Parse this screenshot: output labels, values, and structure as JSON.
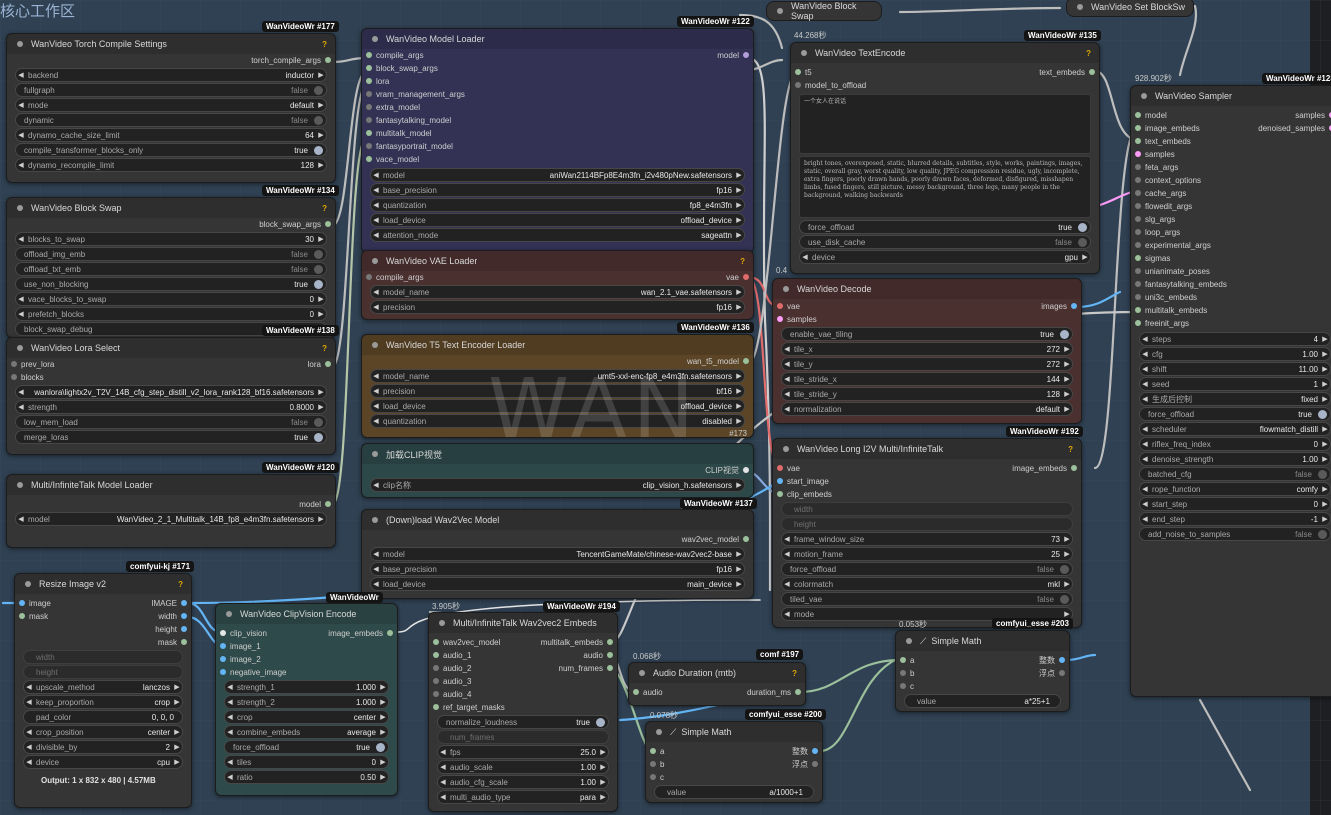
{
  "group": {
    "title": "核心工作区"
  },
  "watermark": "WAN",
  "colors": {
    "canvas": "#1e1f22",
    "group": "#3e5c7a",
    "vae_wire": "#e06b6b",
    "image_wire": "#64b5f6",
    "latent_wire": "#ff9cf9",
    "int_wire": "#9bc09b",
    "model_wire": "#b39ddb"
  },
  "mini": {
    "blockswap": {
      "title": "WanVideo Block Swap"
    },
    "setblockswap": {
      "title": "WanVideo Set BlockSw"
    }
  },
  "torch": {
    "title": "WanVideo Torch Compile Settings",
    "badge": "WanVideoWr #177",
    "output": "torch_compile_args",
    "widgets": [
      {
        "n": "backend",
        "v": "inductor",
        "t": "combo"
      },
      {
        "n": "fullgraph",
        "v": "false",
        "t": "tog"
      },
      {
        "n": "mode",
        "v": "default",
        "t": "combo"
      },
      {
        "n": "dynamic",
        "v": "false",
        "t": "tog"
      },
      {
        "n": "dynamo_cache_size_limit",
        "v": "64",
        "t": "num"
      },
      {
        "n": "compile_transformer_blocks_only",
        "v": "true",
        "t": "tog"
      },
      {
        "n": "dynamo_recompile_limit",
        "v": "128",
        "t": "num"
      }
    ]
  },
  "blockswap": {
    "title": "WanVideo Block Swap",
    "badge": "WanVideoWr #134",
    "output": "block_swap_args",
    "widgets": [
      {
        "n": "blocks_to_swap",
        "v": "30",
        "t": "num"
      },
      {
        "n": "offload_img_emb",
        "v": "false",
        "t": "tog"
      },
      {
        "n": "offload_txt_emb",
        "v": "false",
        "t": "tog"
      },
      {
        "n": "use_non_blocking",
        "v": "true",
        "t": "tog"
      },
      {
        "n": "vace_blocks_to_swap",
        "v": "0",
        "t": "num"
      },
      {
        "n": "prefetch_blocks",
        "v": "0",
        "t": "num"
      },
      {
        "n": "block_swap_debug",
        "v": "false",
        "t": "tog"
      }
    ]
  },
  "lora": {
    "title": "WanVideo Lora Select",
    "badge": "WanVideoWr #138",
    "inputs": [
      "prev_lora",
      "blocks"
    ],
    "output": "lora",
    "widgets": [
      {
        "n": "",
        "v": "wanlora\\lightx2v_T2V_14B_cfg_step_distill_v2_lora_rank128_bf16.safetensors",
        "t": "combo"
      },
      {
        "n": "strength",
        "v": "0.8000",
        "t": "num"
      },
      {
        "n": "low_mem_load",
        "v": "false",
        "t": "tog"
      },
      {
        "n": "merge_loras",
        "v": "true",
        "t": "tog"
      }
    ]
  },
  "mtloader": {
    "title": "Multi/InfiniteTalk Model Loader",
    "badge": "WanVideoWr #120",
    "output": "model",
    "widgets": [
      {
        "n": "model",
        "v": "WanVideo_2_1_Multitalk_14B_fp8_e4m3fn.safetensors",
        "t": "combo"
      }
    ]
  },
  "modelloader": {
    "title": "WanVideo Model Loader",
    "badge": "WanVideoWr #122",
    "output": "model",
    "inputs": [
      "compile_args",
      "block_swap_args",
      "lora",
      "vram_management_args",
      "extra_model",
      "fantasytalking_model",
      "multitalk_model",
      "fantasyportrait_model",
      "vace_model"
    ],
    "widgets": [
      {
        "n": "model",
        "v": "aniWan2114BFp8E4m3fn_i2v480pNew.safetensors",
        "t": "combo"
      },
      {
        "n": "base_precision",
        "v": "fp16",
        "t": "combo"
      },
      {
        "n": "quantization",
        "v": "fp8_e4m3fn",
        "t": "combo"
      },
      {
        "n": "load_device",
        "v": "offload_device",
        "t": "combo"
      },
      {
        "n": "attention_mode",
        "v": "sageattn",
        "t": "combo"
      }
    ]
  },
  "vaeloader": {
    "title": "WanVideo VAE Loader",
    "inputs": [
      "compile_args"
    ],
    "output": "vae",
    "widgets": [
      {
        "n": "model_name",
        "v": "wan_2.1_vae.safetensors",
        "t": "combo"
      },
      {
        "n": "precision",
        "v": "fp16",
        "t": "combo"
      }
    ]
  },
  "t5": {
    "title": "WanVideo T5 Text Encoder Loader",
    "badge": "WanVideoWr #136",
    "output": "wan_t5_model",
    "widgets": [
      {
        "n": "model_name",
        "v": "umt5-xxl-enc-fp8_e4m3fn.safetensors",
        "t": "combo"
      },
      {
        "n": "precision",
        "v": "bf16",
        "t": "combo"
      },
      {
        "n": "load_device",
        "v": "offload_device",
        "t": "combo"
      },
      {
        "n": "quantization",
        "v": "disabled",
        "t": "combo"
      }
    ],
    "id": "#173"
  },
  "clip": {
    "title": "加载CLIP视觉",
    "output": "CLIP视觉",
    "widgets": [
      {
        "n": "clip名称",
        "v": "clip_vision_h.safetensors",
        "t": "combo"
      }
    ]
  },
  "w2v": {
    "title": "(Down)load Wav2Vec Model",
    "badge": "WanVideoWr #137",
    "output": "wav2vec_model",
    "widgets": [
      {
        "n": "model",
        "v": "TencentGameMate/chinese-wav2vec2-base",
        "t": "combo"
      },
      {
        "n": "base_precision",
        "v": "fp16",
        "t": "combo"
      },
      {
        "n": "load_device",
        "v": "main_device",
        "t": "combo"
      }
    ]
  },
  "textenc": {
    "title": "WanVideo TextEncode",
    "badge": "WanVideoWr #135",
    "timing": "44.268秒",
    "inputs": [
      "t5",
      "model_to_offload"
    ],
    "output": "text_embeds",
    "positive": "一个女人在说话",
    "negative": "bright tones, overexposed, static, blurred details, subtitles, style, works, paintings, images, static, overall gray, worst quality, low quality, JPEG compression residue, ugly, incomplete, extra fingers, poorly drawn hands, poorly drawn faces, deformed, disfigured, misshapen limbs, fused fingers, still picture, messy background, three legs, many people in the background, walking backwards",
    "widgets": [
      {
        "n": "force_offload",
        "v": "true",
        "t": "tog"
      },
      {
        "n": "use_disk_cache",
        "v": "false",
        "t": "tog"
      },
      {
        "n": "device",
        "v": "gpu",
        "t": "combo"
      }
    ]
  },
  "decode": {
    "title": "WanVideo Decode",
    "timing": "0.4",
    "inputs": [
      "vae",
      "samples"
    ],
    "output": "images",
    "widgets": [
      {
        "n": "enable_vae_tiling",
        "v": "true",
        "t": "tog"
      },
      {
        "n": "tile_x",
        "v": "272",
        "t": "num"
      },
      {
        "n": "tile_y",
        "v": "272",
        "t": "num"
      },
      {
        "n": "tile_stride_x",
        "v": "144",
        "t": "num"
      },
      {
        "n": "tile_stride_y",
        "v": "128",
        "t": "num"
      },
      {
        "n": "normalization",
        "v": "default",
        "t": "combo"
      }
    ]
  },
  "longi2v": {
    "title": "WanVideo Long I2V Multi/InfiniteTalk",
    "badge": "WanVideoWr #192",
    "inputs": [
      "vae",
      "start_image",
      "clip_embeds"
    ],
    "output": "image_embeds",
    "widgets": [
      {
        "n": "width",
        "v": "",
        "t": "dis"
      },
      {
        "n": "height",
        "v": "",
        "t": "dis"
      },
      {
        "n": "frame_window_size",
        "v": "73",
        "t": "num"
      },
      {
        "n": "motion_frame",
        "v": "25",
        "t": "num"
      },
      {
        "n": "force_offload",
        "v": "false",
        "t": "tog"
      },
      {
        "n": "colormatch",
        "v": "mkl",
        "t": "combo"
      },
      {
        "n": "tiled_vae",
        "v": "false",
        "t": "tog"
      },
      {
        "n": "mode",
        "v": "",
        "t": "combo"
      }
    ]
  },
  "sampler": {
    "title": "WanVideo Sampler",
    "badge": "WanVideoWr #128",
    "timing": "928.902秒",
    "inputs": [
      "model",
      "image_embeds",
      "text_embeds",
      "samples",
      "feta_args",
      "context_options",
      "cache_args",
      "flowedit_args",
      "slg_args",
      "loop_args",
      "experimental_args",
      "sigmas",
      "unianimate_poses",
      "fantasytalking_embeds",
      "uni3c_embeds",
      "multitalk_embeds",
      "freeinit_args"
    ],
    "outputs": [
      "samples",
      "denoised_samples"
    ],
    "widgets": [
      {
        "n": "steps",
        "v": "4",
        "t": "num"
      },
      {
        "n": "cfg",
        "v": "1.00",
        "t": "num"
      },
      {
        "n": "shift",
        "v": "11.00",
        "t": "num"
      },
      {
        "n": "seed",
        "v": "1",
        "t": "num"
      },
      {
        "n": "生成后控制",
        "v": "fixed",
        "t": "combo"
      },
      {
        "n": "force_offload",
        "v": "true",
        "t": "tog"
      },
      {
        "n": "scheduler",
        "v": "flowmatch_distill",
        "t": "combo"
      },
      {
        "n": "riflex_freq_index",
        "v": "0",
        "t": "num"
      },
      {
        "n": "denoise_strength",
        "v": "1.00",
        "t": "num"
      },
      {
        "n": "batched_cfg",
        "v": "false",
        "t": "tog"
      },
      {
        "n": "rope_function",
        "v": "comfy",
        "t": "combo"
      },
      {
        "n": "start_step",
        "v": "0",
        "t": "num"
      },
      {
        "n": "end_step",
        "v": "-1",
        "t": "num"
      },
      {
        "n": "add_noise_to_samples",
        "v": "false",
        "t": "tog"
      }
    ]
  },
  "resize": {
    "title": "Resize Image v2",
    "badge": "comfyui-kj #171",
    "inputs": [
      "image",
      "mask"
    ],
    "outputs": [
      "IMAGE",
      "width",
      "height",
      "mask"
    ],
    "widgets": [
      {
        "n": "width",
        "v": "",
        "t": "dis"
      },
      {
        "n": "height",
        "v": "",
        "t": "dis"
      },
      {
        "n": "upscale_method",
        "v": "lanczos",
        "t": "combo"
      },
      {
        "n": "keep_proportion",
        "v": "crop",
        "t": "combo"
      },
      {
        "n": "pad_color",
        "v": "0, 0, 0",
        "t": "plain"
      },
      {
        "n": "crop_position",
        "v": "center",
        "t": "combo"
      },
      {
        "n": "divisible_by",
        "v": "2",
        "t": "num"
      },
      {
        "n": "device",
        "v": "cpu",
        "t": "combo"
      }
    ],
    "status": "Output: 1 x 832 x 480 | 4.57MB"
  },
  "clipenc": {
    "title": "WanVideo ClipVision Encode",
    "badge": "WanVideoWr",
    "inputs": [
      "clip_vision",
      "image_1",
      "image_2",
      "negative_image"
    ],
    "output": "image_embeds",
    "widgets": [
      {
        "n": "strength_1",
        "v": "1.000",
        "t": "num"
      },
      {
        "n": "strength_2",
        "v": "1.000",
        "t": "num"
      },
      {
        "n": "crop",
        "v": "center",
        "t": "combo"
      },
      {
        "n": "combine_embeds",
        "v": "average",
        "t": "combo"
      },
      {
        "n": "force_offload",
        "v": "true",
        "t": "tog"
      },
      {
        "n": "tiles",
        "v": "0",
        "t": "num"
      },
      {
        "n": "ratio",
        "v": "0.50",
        "t": "num"
      }
    ]
  },
  "w2vemb": {
    "title": "Multi/InfiniteTalk Wav2vec2 Embeds",
    "badge": "WanVideoWr #194",
    "timing": "3.905秒",
    "inputs": [
      "wav2vec_model",
      "audio_1",
      "audio_2",
      "audio_3",
      "audio_4",
      "ref_target_masks"
    ],
    "outputs": [
      "multitalk_embeds",
      "audio",
      "num_frames"
    ],
    "widgets": [
      {
        "n": "normalize_loudness",
        "v": "true",
        "t": "tog"
      },
      {
        "n": "num_frames",
        "v": "",
        "t": "dis"
      },
      {
        "n": "fps",
        "v": "25.0",
        "t": "num"
      },
      {
        "n": "audio_scale",
        "v": "1.00",
        "t": "num"
      },
      {
        "n": "audio_cfg_scale",
        "v": "1.00",
        "t": "num"
      },
      {
        "n": "multi_audio_type",
        "v": "para",
        "t": "combo"
      }
    ]
  },
  "audiodur": {
    "title": "Audio Duration (mtb)",
    "badge": "comf #197",
    "timing": "0.068秒",
    "inputs": [
      "audio"
    ],
    "output": "duration_ms"
  },
  "math1": {
    "title": "Simple Math",
    "badge": "comfyui_esse #203",
    "timing": "0.053秒",
    "inputs": [
      "a",
      "b",
      "c"
    ],
    "outputs": [
      "整数",
      "浮点"
    ],
    "value_label": "value",
    "value": "a*25+1"
  },
  "math2": {
    "title": "Simple Math",
    "badge": "comfyui_esse #200",
    "timing": "0.078秒",
    "inputs": [
      "a",
      "b",
      "c"
    ],
    "outputs": [
      "整数",
      "浮点"
    ],
    "value_label": "value",
    "value": "a/1000+1"
  }
}
